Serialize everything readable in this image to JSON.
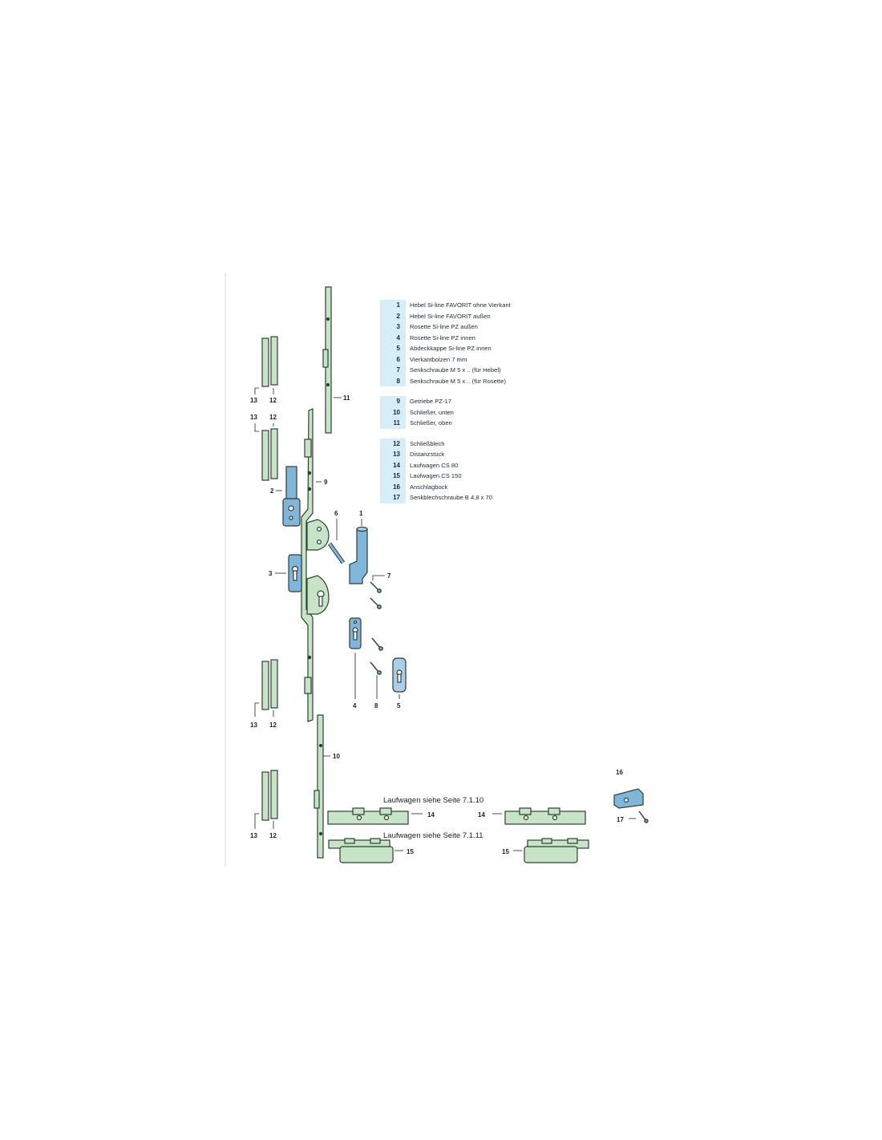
{
  "legend": {
    "groups": [
      {
        "items": [
          {
            "num": "1",
            "label": "Hebel Si-line FAVORIT ohne Vierkant"
          },
          {
            "num": "2",
            "label": "Hebel Si-line FAVORIT außen"
          },
          {
            "num": "3",
            "label": "Rosette Si-line PZ außen"
          },
          {
            "num": "4",
            "label": "Rosette Si-line PZ innen"
          },
          {
            "num": "5",
            "label": "Abdeckkappe Si-line PZ innen"
          },
          {
            "num": "6",
            "label": "Vierkantbolzen 7 mm"
          },
          {
            "num": "7",
            "label": "Senkschraube M 5 x .. (für Hebel)"
          },
          {
            "num": "8",
            "label": "Senkschraube M 5 x .. (für Rosette)"
          }
        ]
      },
      {
        "items": [
          {
            "num": "9",
            "label": "Getriebe PZ-17"
          },
          {
            "num": "10",
            "label": "Schließer, unten"
          },
          {
            "num": "11",
            "label": "Schließer, oben"
          }
        ]
      },
      {
        "items": [
          {
            "num": "12",
            "label": "Schließblech"
          },
          {
            "num": "13",
            "label": "Distanzstück"
          },
          {
            "num": "14",
            "label": "Laufwagen CS 80"
          },
          {
            "num": "15",
            "label": "Laufwagen CS 150"
          },
          {
            "num": "16",
            "label": "Anschlagbock"
          },
          {
            "num": "17",
            "label": "Senkblechschraube B 4,8 x 70"
          }
        ]
      }
    ]
  },
  "notes": {
    "cs80": "Laufwagen siehe Seite 7.1.10",
    "cs150": "Laufwagen siehe Seite 7.1.11"
  },
  "callouts": {
    "c1": "1",
    "c2": "2",
    "c3": "3",
    "c4": "4",
    "c5": "5",
    "c6": "6",
    "c7": "7",
    "c8": "8",
    "c9": "9",
    "c10": "10",
    "c11": "11",
    "c12": "12",
    "c13": "13",
    "c14": "14",
    "c15": "15",
    "c16": "16",
    "c17": "17"
  },
  "colors": {
    "green_part": "#c7e4c6",
    "blue_part": "#7fb6d9",
    "outline": "#2f3d36",
    "legend_bg": "#d6eef8"
  }
}
